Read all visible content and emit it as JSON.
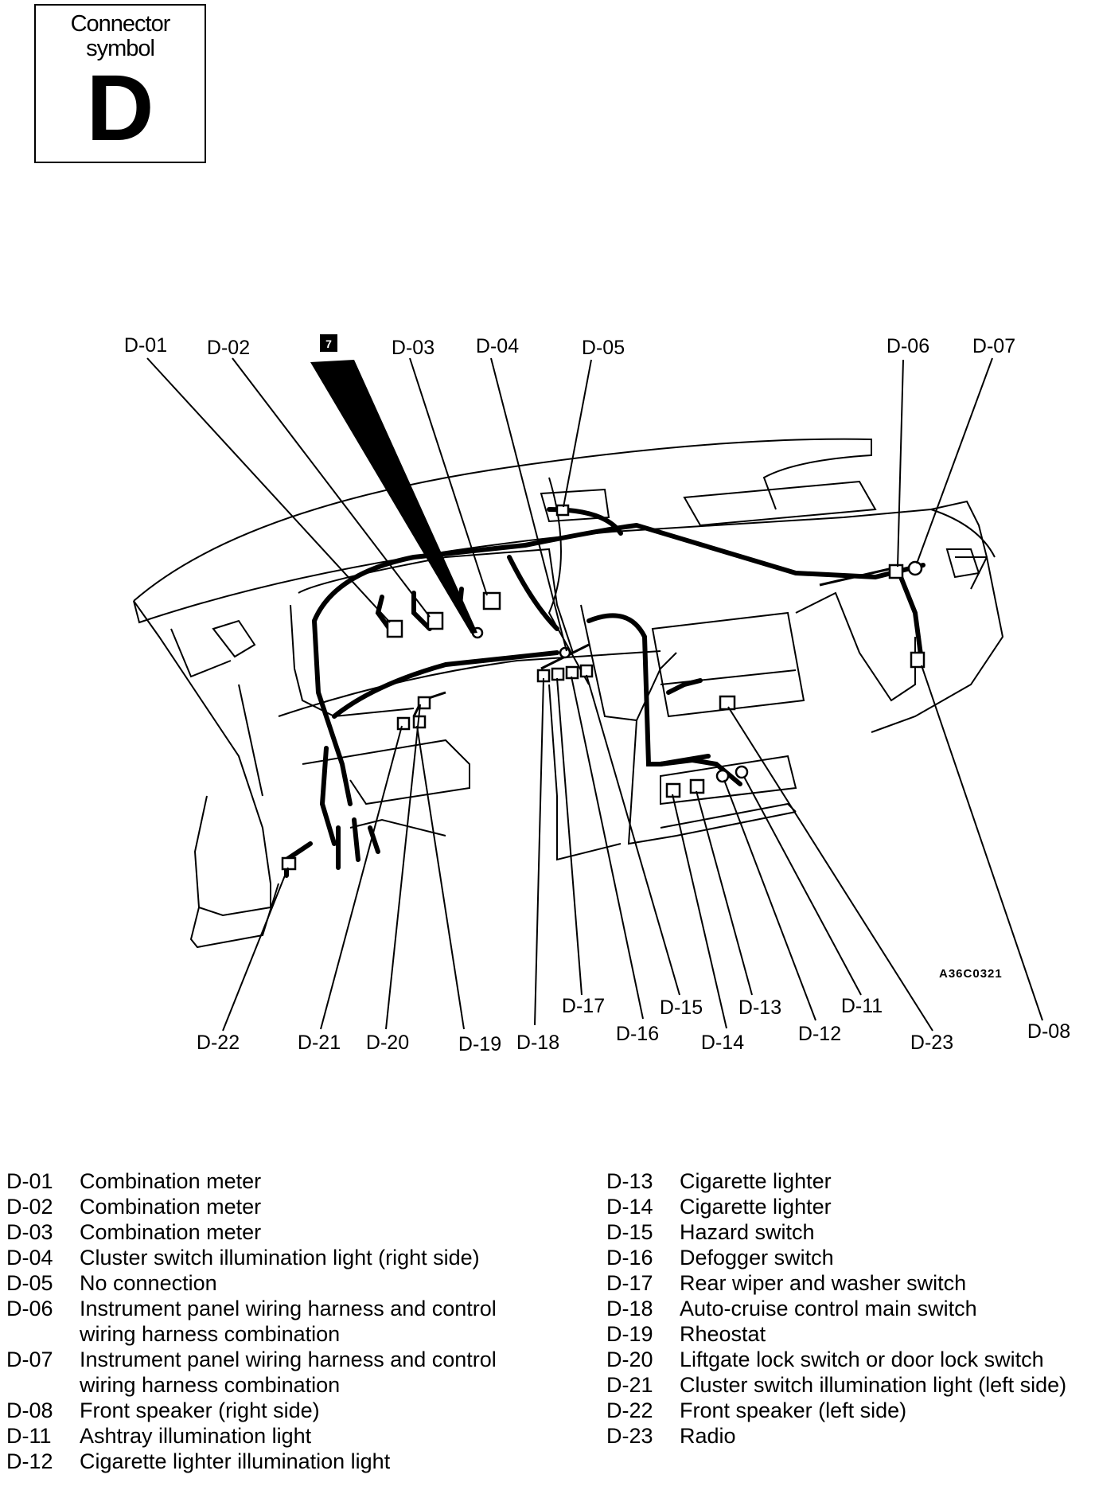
{
  "symbol": {
    "label": "Connector\nsymbol",
    "letter": "D"
  },
  "figure_id": "A36C0321",
  "marker": "7",
  "callouts": [
    "D-01",
    "D-02",
    "D-03",
    "D-04",
    "D-05",
    "D-06",
    "D-07",
    "D-22",
    "D-21",
    "D-20",
    "D-19",
    "D-18",
    "D-17",
    "D-16",
    "D-15",
    "D-14",
    "D-13",
    "D-12",
    "D-11",
    "D-23",
    "D-08"
  ],
  "legend_left": [
    {
      "code": "D-01",
      "desc": "Combination meter"
    },
    {
      "code": "D-02",
      "desc": "Combination meter"
    },
    {
      "code": "D-03",
      "desc": "Combination meter"
    },
    {
      "code": "D-04",
      "desc": "Cluster switch illumination light (right side)"
    },
    {
      "code": "D-05",
      "desc": "No connection"
    },
    {
      "code": "D-06",
      "desc": "Instrument panel wiring harness and control"
    },
    {
      "code": "",
      "desc": "wiring harness combination"
    },
    {
      "code": "D-07",
      "desc": "Instrument panel wiring harness and control"
    },
    {
      "code": "",
      "desc": "wiring harness combination"
    },
    {
      "code": "D-08",
      "desc": "Front speaker (right side)"
    },
    {
      "code": "D-11",
      "desc": "Ashtray illumination light"
    },
    {
      "code": "D-12",
      "desc": "Cigarette lighter illumination light"
    }
  ],
  "legend_right": [
    {
      "code": "D-13",
      "desc": "Cigarette lighter"
    },
    {
      "code": "D-14",
      "desc": "Cigarette lighter"
    },
    {
      "code": "D-15",
      "desc": "Hazard switch"
    },
    {
      "code": "D-16",
      "desc": "Defogger switch"
    },
    {
      "code": "D-17",
      "desc": "Rear wiper and washer switch"
    },
    {
      "code": "D-18",
      "desc": "Auto-cruise control main switch"
    },
    {
      "code": "D-19",
      "desc": "Rheostat"
    },
    {
      "code": "D-20",
      "desc": "Liftgate lock switch or door lock switch"
    },
    {
      "code": "D-21",
      "desc": "Cluster switch illumination light (left side)"
    },
    {
      "code": "D-22",
      "desc": "Front speaker (left side)"
    },
    {
      "code": "D-23",
      "desc": "Radio"
    }
  ]
}
